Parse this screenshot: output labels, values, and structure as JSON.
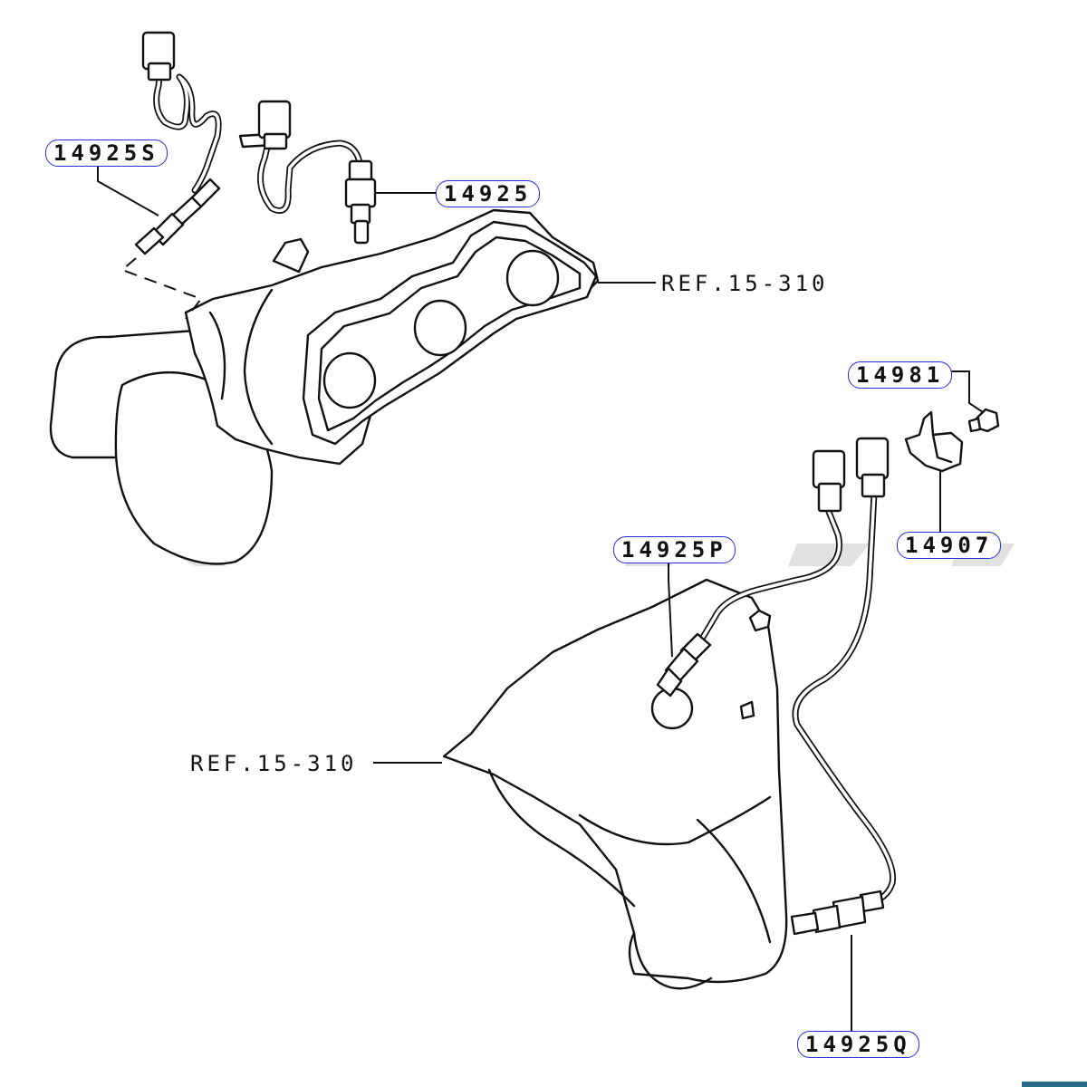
{
  "labels": {
    "sensor_upper_left": "14925S",
    "sensor_upper_right": "14925",
    "bolt": "14981",
    "bracket": "14907",
    "sensor_lower_front": "14925P",
    "sensor_lower_rear": "14925Q"
  },
  "references": {
    "upper_manifold": "REF.15-310",
    "lower_manifold": "REF.15-310"
  },
  "colors": {
    "label_border": "#2b2bd8",
    "line": "#111111"
  }
}
